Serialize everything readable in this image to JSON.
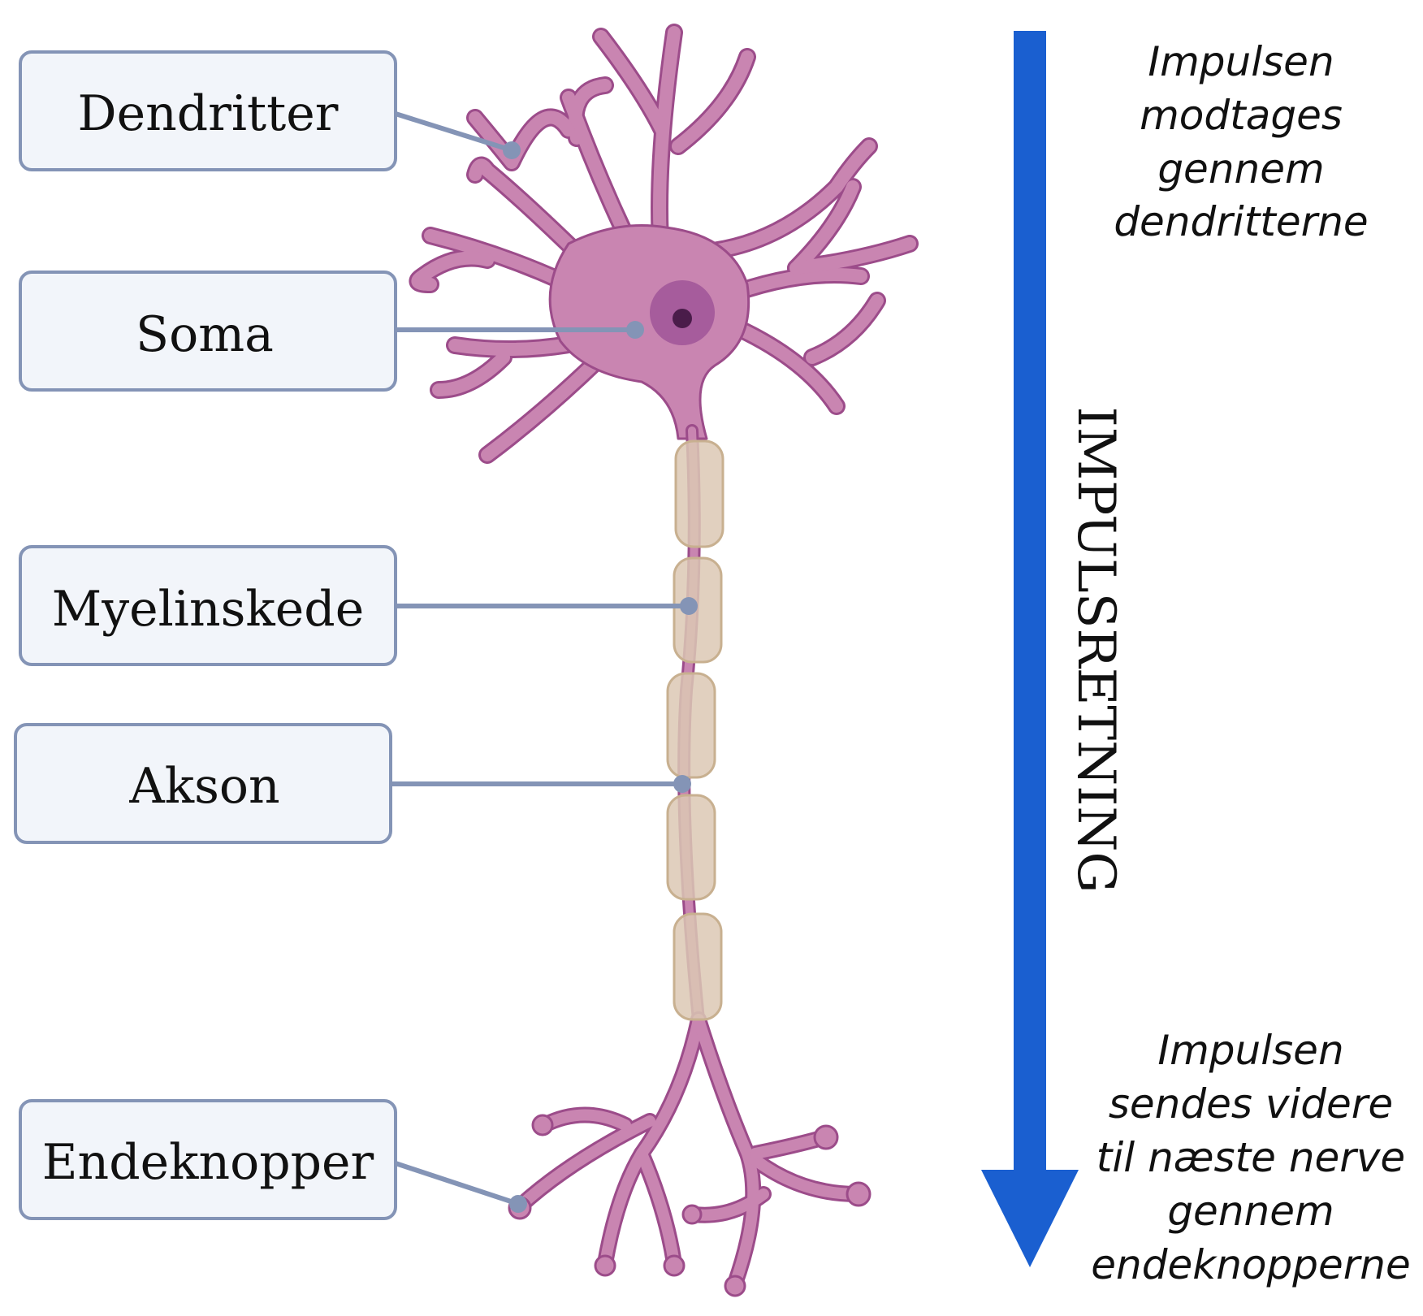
{
  "labels": {
    "dendrites": "Dendritter",
    "soma": "Soma",
    "myelin": "Myelinskede",
    "axon": "Akson",
    "terminals": "Endeknopper"
  },
  "arrow_label": "IMPULSRETNING",
  "note_top": [
    "Impulsen",
    "modtages",
    "gennem",
    "dendritterne"
  ],
  "note_bottom": [
    "Impulsen",
    "sendes videre",
    "til næste nerve",
    "gennem",
    "endeknopperne"
  ],
  "colors": {
    "arrow": "#1a5fd0",
    "box_fill": "#f2f5fa",
    "box_stroke": "#8494b6",
    "leader": "#8494b6",
    "neuron_fill": "#c985b1",
    "neuron_stroke": "#9c4c8a",
    "nucleus": "#a65c9c",
    "nucleolus": "#4a1c4a",
    "myelin_fill": "#dcc8b4",
    "myelin_stroke": "#c8b090"
  },
  "icons": [
    "neuron-diagram",
    "down-arrow"
  ]
}
